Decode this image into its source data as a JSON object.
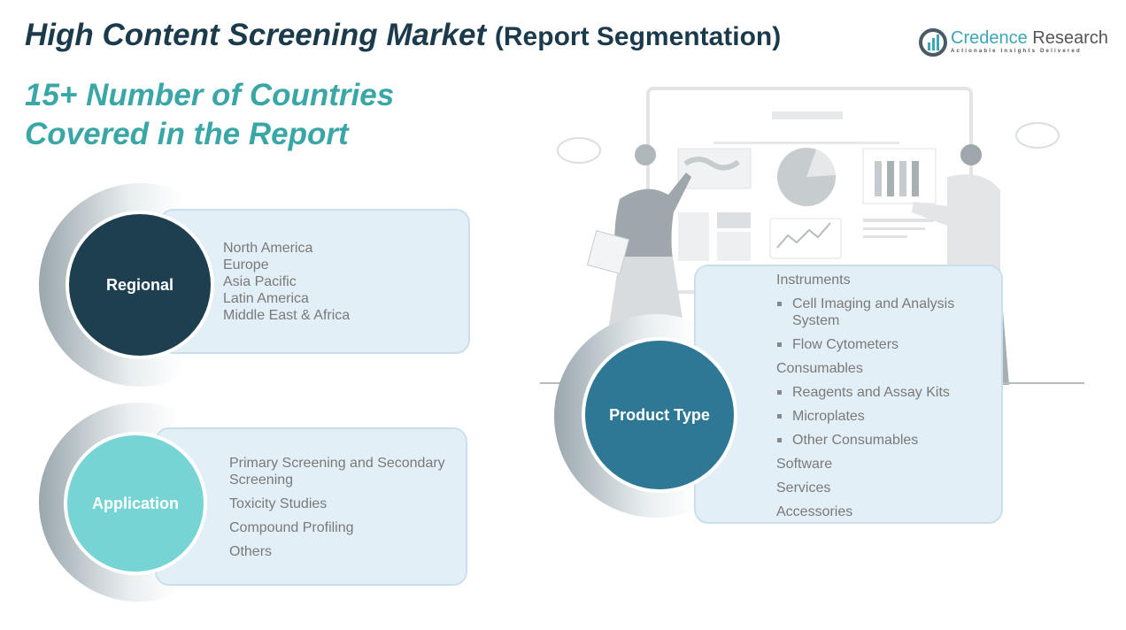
{
  "header": {
    "title_main": "High Content Screening Market ",
    "title_sub": "(Report Segmentation)",
    "subtitle_line1": "15+ Number of Countries",
    "subtitle_line2": "Covered in the Report"
  },
  "logo": {
    "name1": "Credence ",
    "name2": "Research",
    "tagline": "Actionable Insights Delivered"
  },
  "colors": {
    "regional": "#1d3f4f",
    "application": "#77d4d4",
    "product": "#2e7896",
    "title": "#1b3a4b",
    "subtitle": "#3aa6a6"
  },
  "segments": {
    "regional": {
      "label": "Regional",
      "items": [
        "North America",
        "Europe",
        "Asia Pacific",
        "Latin America",
        "Middle East & Africa"
      ]
    },
    "application": {
      "label": "Application",
      "items": [
        "Primary Screening and Secondary Screening",
        "Toxicity Studies",
        "Compound Profiling",
        "Others"
      ]
    },
    "product": {
      "label": "Product Type",
      "items": [
        "Instruments",
        "Cell Imaging and Analysis System",
        "Flow Cytometers",
        "Consumables",
        "Reagents and Assay Kits",
        "Microplates",
        "Other Consumables",
        "Software",
        "Services",
        "Accessories"
      ]
    }
  }
}
